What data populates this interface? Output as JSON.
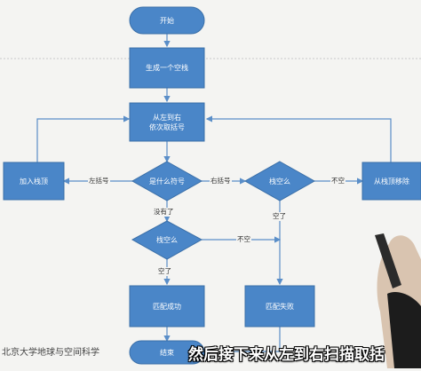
{
  "nodes": {
    "start": "开始",
    "create_stack": "生成一个空栈",
    "read_lr": "从左到右\n依次取括号",
    "push": "加入栈顶",
    "what_symbol": "是什么符号",
    "stack_empty_right": "栈空么",
    "pop_top": "从栈顶移除",
    "stack_empty_bottom": "栈空么",
    "match_success": "匹配成功",
    "match_fail": "匹配失败",
    "end": "结束"
  },
  "edges": {
    "left_bracket": "左括号",
    "right_bracket": "右括号",
    "not_empty_top": "不空",
    "empty_right": "空了",
    "none_left": "没有了",
    "not_empty_bottom": "不空",
    "empty_bottom": "空了"
  },
  "watermark": "北京大学地球与空间科学",
  "subtitle": "然后接下来从左到右扫描取括",
  "colors": {
    "node_fill": "#4a86c8",
    "node_stroke": "#3a6fa8",
    "edge": "#5a8ec8"
  }
}
